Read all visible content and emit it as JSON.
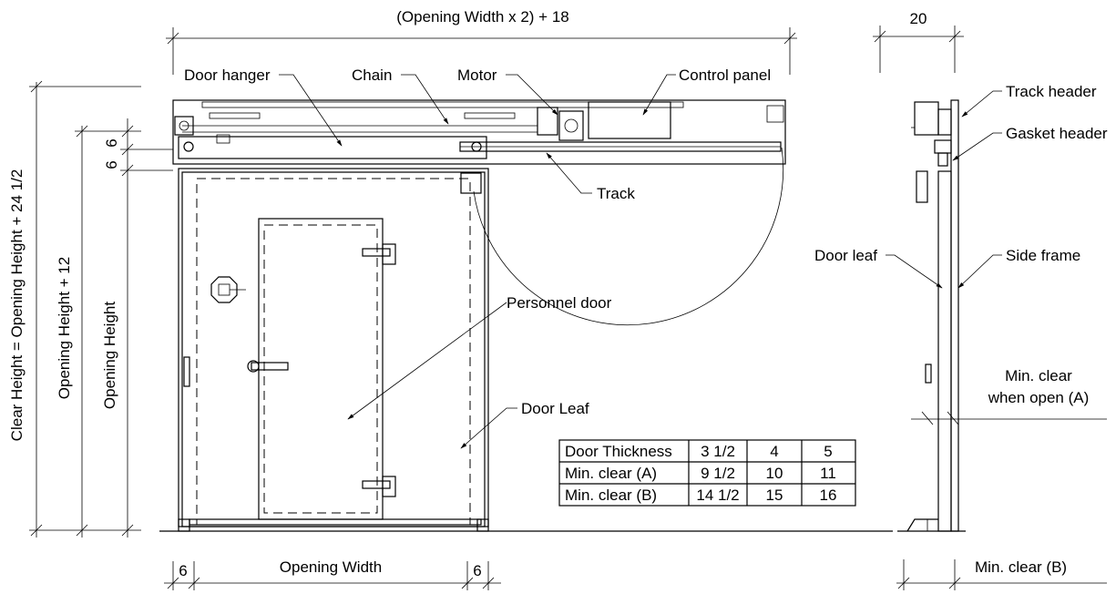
{
  "dimensions": {
    "top_width": "(Opening Width x 2) + 18",
    "side_depth": "20",
    "clear_height": "Clear Height = Opening Height + 24 1/2",
    "opening_height_12": "Opening Height + 12",
    "opening_height": "Opening Height",
    "gap_6a": "6",
    "gap_6b": "6",
    "opening_width": "Opening Width",
    "left_6": "6",
    "right_6": "6",
    "min_clear_b_bottom": "Min. clear (B)",
    "min_clear_open_line1": "Min. clear",
    "min_clear_open_line2": "when open (A)"
  },
  "labels": {
    "door_hanger": "Door hanger",
    "chain": "Chain",
    "motor": "Motor",
    "control_panel": "Control panel",
    "track": "Track",
    "personnel_door": "Personnel door",
    "door_leaf_front": "Door Leaf",
    "track_header": "Track header",
    "gasket_header": "Gasket header",
    "door_leaf_side": "Door leaf",
    "side_frame": "Side frame"
  },
  "table": {
    "rows": [
      [
        "Door Thickness",
        "3 1/2",
        "4",
        "5"
      ],
      [
        "Min. clear (A)",
        "9 1/2",
        "10",
        "11"
      ],
      [
        "Min. clear (B)",
        "14 1/2",
        "15",
        "16"
      ]
    ]
  }
}
